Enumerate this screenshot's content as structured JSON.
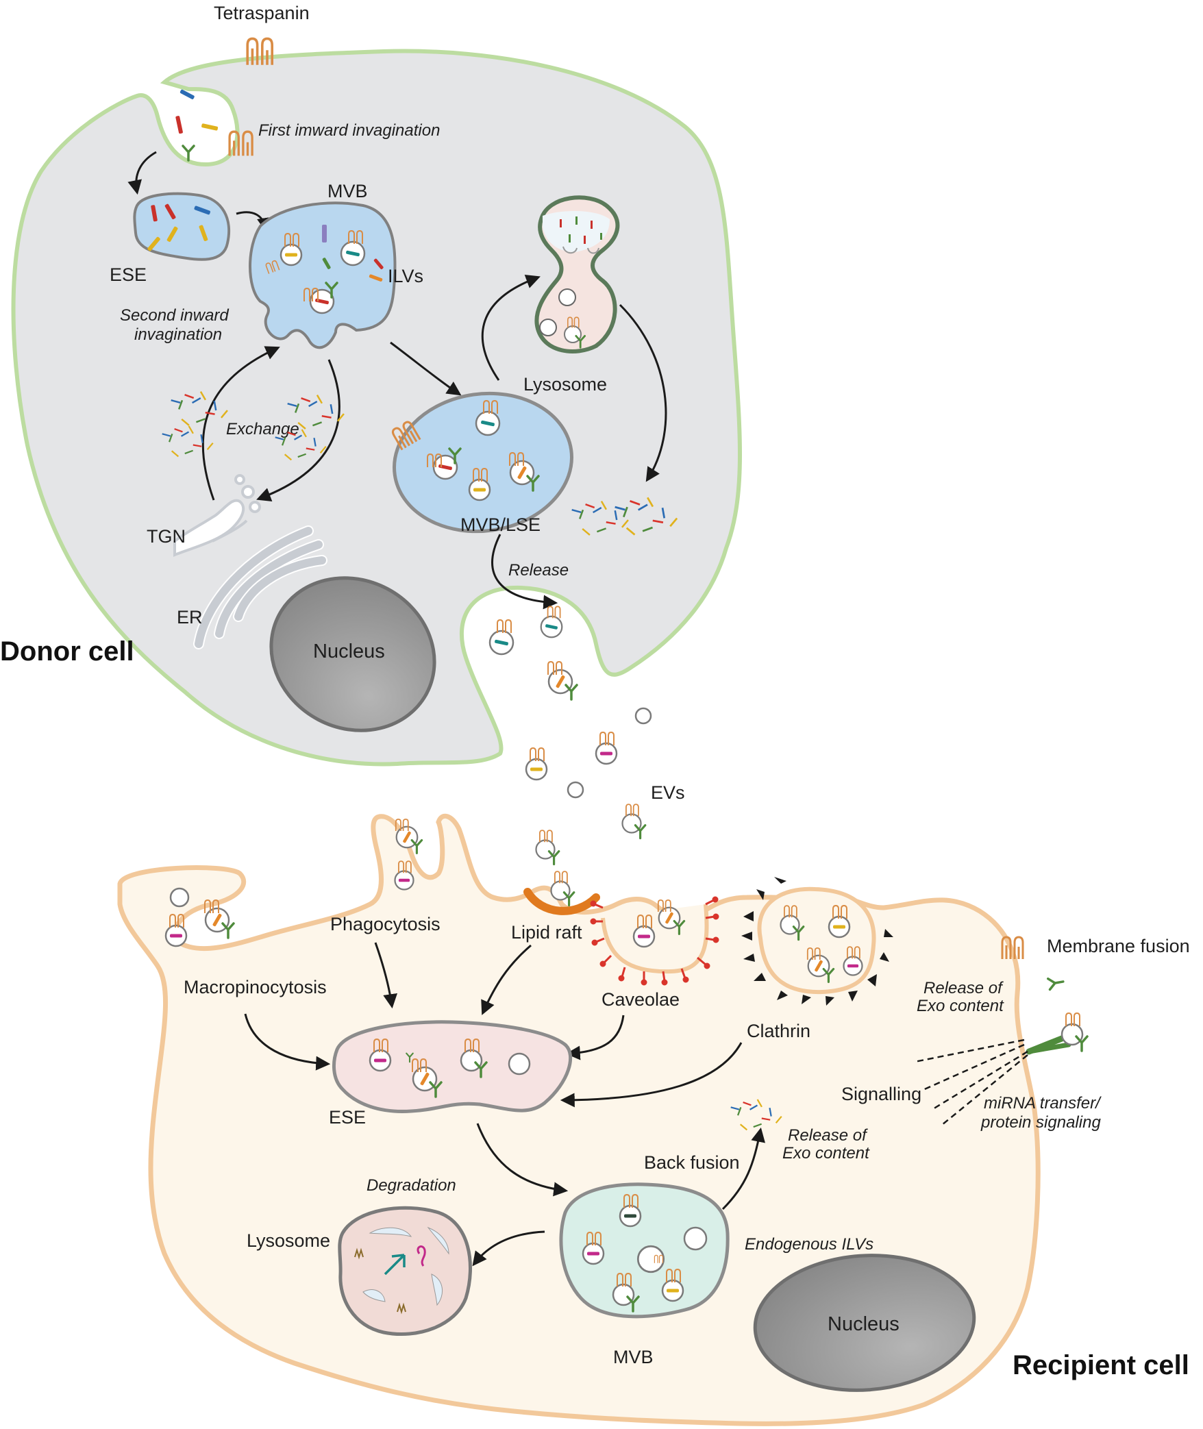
{
  "donor": {
    "title": "Donor cell",
    "labels": {
      "tetraspanin": "Tetraspanin",
      "first_invagination": "First imward invagination",
      "ese": "ESE",
      "mvb": "MVB",
      "ilvs": "ILVs",
      "second_invagination_1": "Second inward",
      "second_invagination_2": "invagination",
      "exchange": "Exchange",
      "lysosome": "Lysosome",
      "tgn": "TGN",
      "er": "ER",
      "mvb_lse": "MVB/LSE",
      "release": "Release",
      "nucleus": "Nucleus"
    }
  },
  "evs": "EVs",
  "recipient": {
    "title": "Recipient cell",
    "labels": {
      "lipid_raft": "Lipid raft",
      "phagocytosis": "Phagocytosis",
      "macropinocytosis": "Macropinocytosis",
      "caveolae": "Caveolae",
      "clathrin": "Clathrin",
      "membrane_fusion": "Membrane fusion",
      "release_exo_1": "Release of",
      "release_exo_2": "Exo content",
      "signalling": "Signalling",
      "mirna_1": "miRNA transfer/",
      "mirna_2": "protein signaling",
      "ese": "ESE",
      "back_fusion": "Back fusion",
      "release_exo2_1": "Release of",
      "release_exo2_2": "Exo content",
      "degradation": "Degradation",
      "lysosome": "Lysosome",
      "endogenous_ilvs": "Endogenous ILVs",
      "mvb": "MVB",
      "nucleus": "Nucleus"
    }
  },
  "colors": {
    "donor_fill": "#e4e5e7",
    "donor_membrane": "#bcdca0",
    "recipient_fill": "#fdf6ea",
    "recipient_membrane": "#f2c89a",
    "endosome_blue": "#b9d7ef",
    "lysosome_pink": "#f1dbd6",
    "mvb_mint": "#d9efe8",
    "nucleus_grey": "#8f8f8f",
    "tetraspanin_orange": "#d98c45",
    "caveolin_red": "#d9342b",
    "clathrin_black": "#1a1a1a",
    "lipid_raft_orange": "#e07a1f"
  }
}
